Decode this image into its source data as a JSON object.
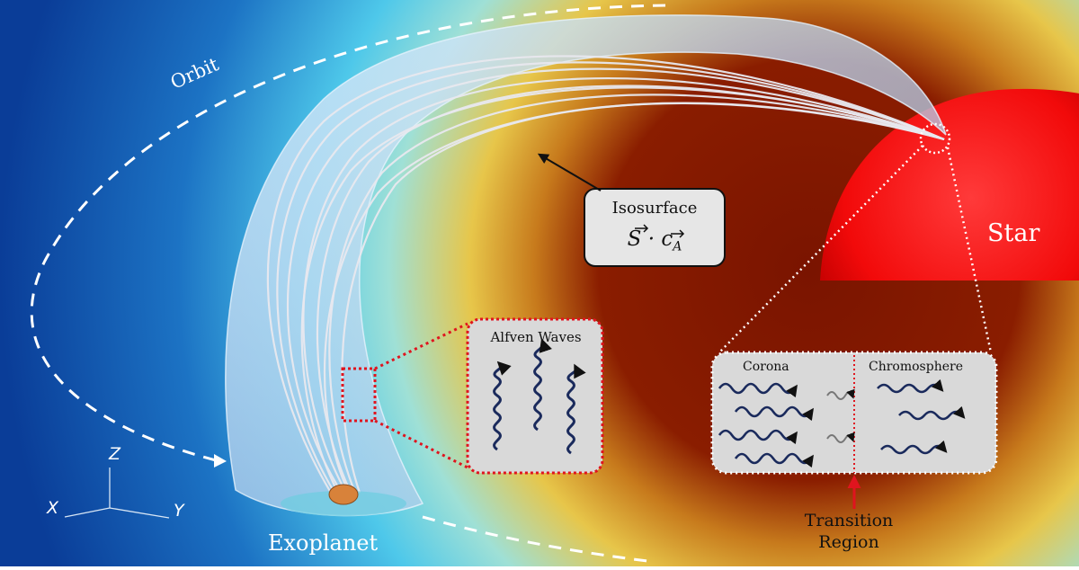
{
  "labels": {
    "orbit": "Orbit",
    "star": "Star",
    "exoplanet": "Exoplanet",
    "transition_region": "Transition Region",
    "axes": {
      "x": "X",
      "y": "Y",
      "z": "Z"
    }
  },
  "isosurface_box": {
    "title": "Isosurface",
    "equation_parts": {
      "s": "S",
      "dot": " · ",
      "c": "c",
      "c_sub": "A"
    }
  },
  "alfven_box": {
    "title": "Alfven Waves"
  },
  "layers_box": {
    "corona": "Corona",
    "chromosphere": "Chromosphere"
  },
  "colors": {
    "background_blue": "#0a47a6",
    "cyan_band": "#4fd6e8",
    "yellow_band": "#e9c23c",
    "red_core": "#7b1800",
    "star": "#f00a0a",
    "tube": "#b9d6ef",
    "callout_red": "#e0141e",
    "wave": "#1a2a5c"
  }
}
